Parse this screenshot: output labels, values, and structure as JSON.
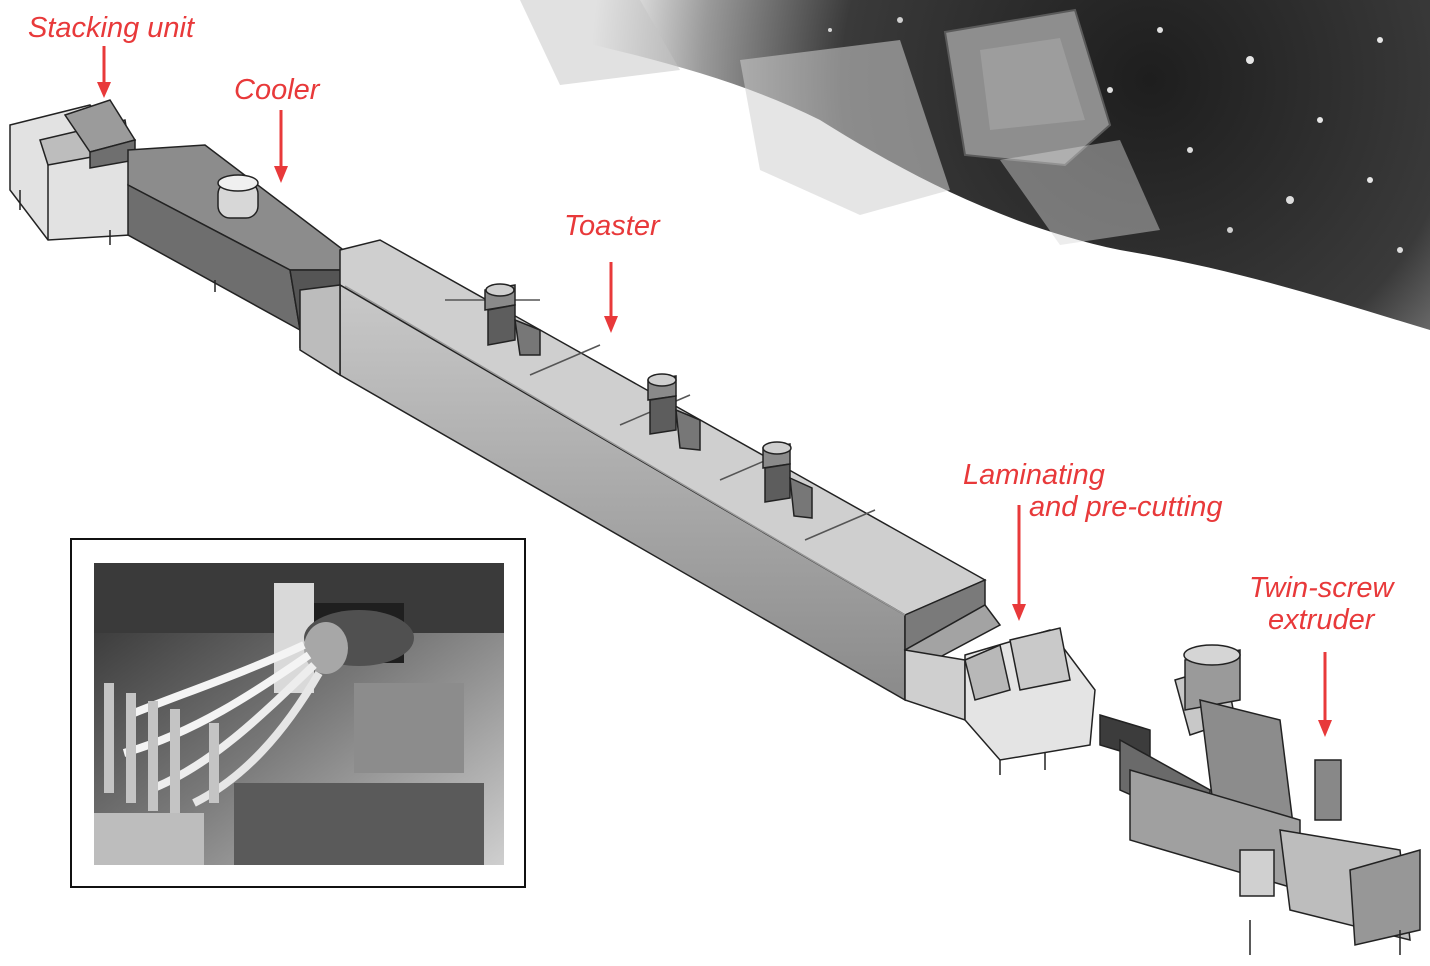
{
  "labels": {
    "stacking_unit": "Stacking unit",
    "cooler": "Cooler",
    "toaster": "Toaster",
    "laminating_line1": "Laminating",
    "laminating_line2": "and pre-cutting",
    "twin_screw_line1": "Twin-screw",
    "twin_screw_line2": "extruder"
  },
  "colors": {
    "label_red": "#e8393a",
    "arrow_red": "#e8393a",
    "machine_body": "#a9a9a9",
    "machine_dark": "#6d6d6d",
    "machine_light": "#d6d6d6",
    "outline": "#222222"
  }
}
